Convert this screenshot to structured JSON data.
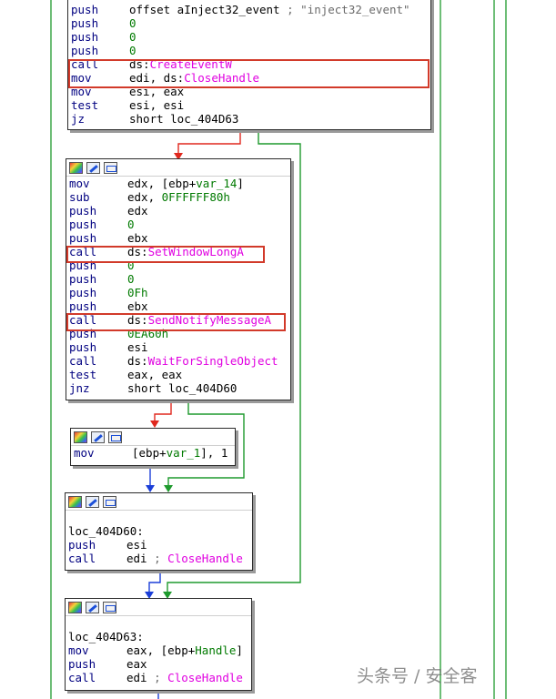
{
  "blocks": [
    {
      "id": "block-top",
      "toolbar": false,
      "lines": [
        {
          "m": "push",
          "parts": [
            {
              "t": "offset aInject32_event ",
              "c": "op"
            },
            {
              "t": "; \"inject32_event\"",
              "c": "cmt"
            }
          ]
        },
        {
          "m": "push",
          "parts": [
            {
              "t": "0",
              "c": "num"
            }
          ]
        },
        {
          "m": "push",
          "parts": [
            {
              "t": "0",
              "c": "num"
            }
          ]
        },
        {
          "m": "push",
          "parts": [
            {
              "t": "0",
              "c": "num"
            }
          ]
        },
        {
          "m": "call",
          "parts": [
            {
              "t": "ds:",
              "c": "op"
            },
            {
              "t": "CreateEventW",
              "c": "imp"
            }
          ]
        },
        {
          "m": "mov",
          "parts": [
            {
              "t": "edi, ds:",
              "c": "op"
            },
            {
              "t": "CloseHandle",
              "c": "imp"
            }
          ]
        },
        {
          "m": "mov",
          "parts": [
            {
              "t": "esi, eax",
              "c": "op"
            }
          ]
        },
        {
          "m": "test",
          "parts": [
            {
              "t": "esi, esi",
              "c": "op"
            }
          ]
        },
        {
          "m": "jz",
          "parts": [
            {
              "t": "short loc_404D63",
              "c": "op"
            }
          ]
        }
      ]
    },
    {
      "id": "block-2",
      "toolbar": true,
      "lines": [
        {
          "m": "mov",
          "parts": [
            {
              "t": "edx, [ebp+",
              "c": "op"
            },
            {
              "t": "var_14",
              "c": "num"
            },
            {
              "t": "]",
              "c": "op"
            }
          ]
        },
        {
          "m": "sub",
          "parts": [
            {
              "t": "edx, ",
              "c": "op"
            },
            {
              "t": "0FFFFFF80h",
              "c": "num"
            }
          ]
        },
        {
          "m": "push",
          "parts": [
            {
              "t": "edx",
              "c": "op"
            }
          ]
        },
        {
          "m": "push",
          "parts": [
            {
              "t": "0",
              "c": "num"
            }
          ]
        },
        {
          "m": "push",
          "parts": [
            {
              "t": "ebx",
              "c": "op"
            }
          ]
        },
        {
          "m": "call",
          "parts": [
            {
              "t": "ds:",
              "c": "op"
            },
            {
              "t": "SetWindowLongA",
              "c": "imp"
            }
          ]
        },
        {
          "m": "push",
          "parts": [
            {
              "t": "0",
              "c": "num"
            }
          ]
        },
        {
          "m": "push",
          "parts": [
            {
              "t": "0",
              "c": "num"
            }
          ]
        },
        {
          "m": "push",
          "parts": [
            {
              "t": "0Fh",
              "c": "num"
            }
          ]
        },
        {
          "m": "push",
          "parts": [
            {
              "t": "ebx",
              "c": "op"
            }
          ]
        },
        {
          "m": "call",
          "parts": [
            {
              "t": "ds:",
              "c": "op"
            },
            {
              "t": "SendNotifyMessageA",
              "c": "imp"
            }
          ]
        },
        {
          "m": "push",
          "parts": [
            {
              "t": "0EA60h",
              "c": "num"
            }
          ]
        },
        {
          "m": "push",
          "parts": [
            {
              "t": "esi",
              "c": "op"
            }
          ]
        },
        {
          "m": "call",
          "parts": [
            {
              "t": "ds:",
              "c": "op"
            },
            {
              "t": "WaitForSingleObject",
              "c": "imp"
            }
          ]
        },
        {
          "m": "test",
          "parts": [
            {
              "t": "eax, eax",
              "c": "op"
            }
          ]
        },
        {
          "m": "jnz",
          "parts": [
            {
              "t": "short loc_404D60",
              "c": "op"
            }
          ]
        }
      ]
    },
    {
      "id": "block-3",
      "toolbar": true,
      "lines": [
        {
          "m": "mov",
          "parts": [
            {
              "t": "[ebp+",
              "c": "op"
            },
            {
              "t": "var_1",
              "c": "num"
            },
            {
              "t": "], 1",
              "c": "op"
            }
          ]
        }
      ]
    },
    {
      "id": "block-4",
      "toolbar": true,
      "lines": [
        {
          "m": "",
          "parts": []
        },
        {
          "m": "",
          "label": "loc_404D60:",
          "parts": []
        },
        {
          "m": "push",
          "parts": [
            {
              "t": "esi",
              "c": "op"
            }
          ]
        },
        {
          "m": "call",
          "parts": [
            {
              "t": "edi ",
              "c": "op"
            },
            {
              "t": "; ",
              "c": "cmt"
            },
            {
              "t": "CloseHandle",
              "c": "imp"
            }
          ]
        }
      ]
    },
    {
      "id": "block-5",
      "toolbar": true,
      "lines": [
        {
          "m": "",
          "parts": []
        },
        {
          "m": "",
          "label": "loc_404D63:",
          "parts": []
        },
        {
          "m": "mov",
          "parts": [
            {
              "t": "eax, [ebp+",
              "c": "op"
            },
            {
              "t": "Handle",
              "c": "num"
            },
            {
              "t": "]",
              "c": "op"
            }
          ]
        },
        {
          "m": "push",
          "parts": [
            {
              "t": "eax",
              "c": "op"
            }
          ]
        },
        {
          "m": "call",
          "parts": [
            {
              "t": "edi ",
              "c": "op"
            },
            {
              "t": "; ",
              "c": "cmt"
            },
            {
              "t": "CloseHandle",
              "c": "imp"
            }
          ]
        }
      ]
    }
  ],
  "watermark": "头条号 / 安全客",
  "colors": {
    "true_edge": "#1f9a2e",
    "false_edge": "#e0281e",
    "jump_edge": "#1b3fd8",
    "highlight": "#d23a2a",
    "import": "#e000e0",
    "number": "#007a00",
    "mnemonic": "#000080"
  }
}
